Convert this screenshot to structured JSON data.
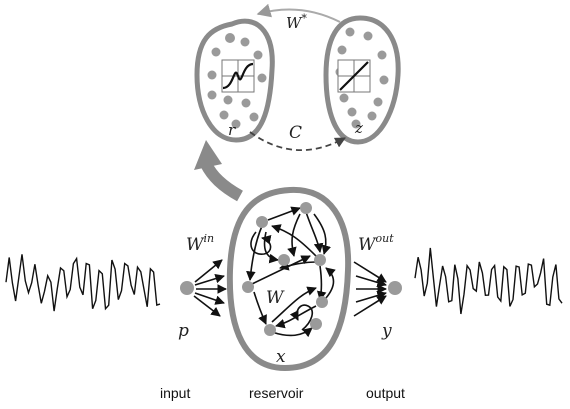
{
  "labels": {
    "w_star": "W",
    "w_star_sup": "*",
    "c": "C",
    "r": "r",
    "z": "z",
    "w_in": "W",
    "w_in_sup": "in",
    "w_out": "W",
    "w_out_sup": "out",
    "w": "W",
    "p": "p",
    "x": "x",
    "y": "y"
  },
  "captions": {
    "input": "input",
    "reservoir": "reservoir",
    "output": "output"
  },
  "colors": {
    "shape_gray": "#8a8a8a",
    "node_gray": "#9a9a9a",
    "dashed": "#444444",
    "ink": "#111111"
  }
}
